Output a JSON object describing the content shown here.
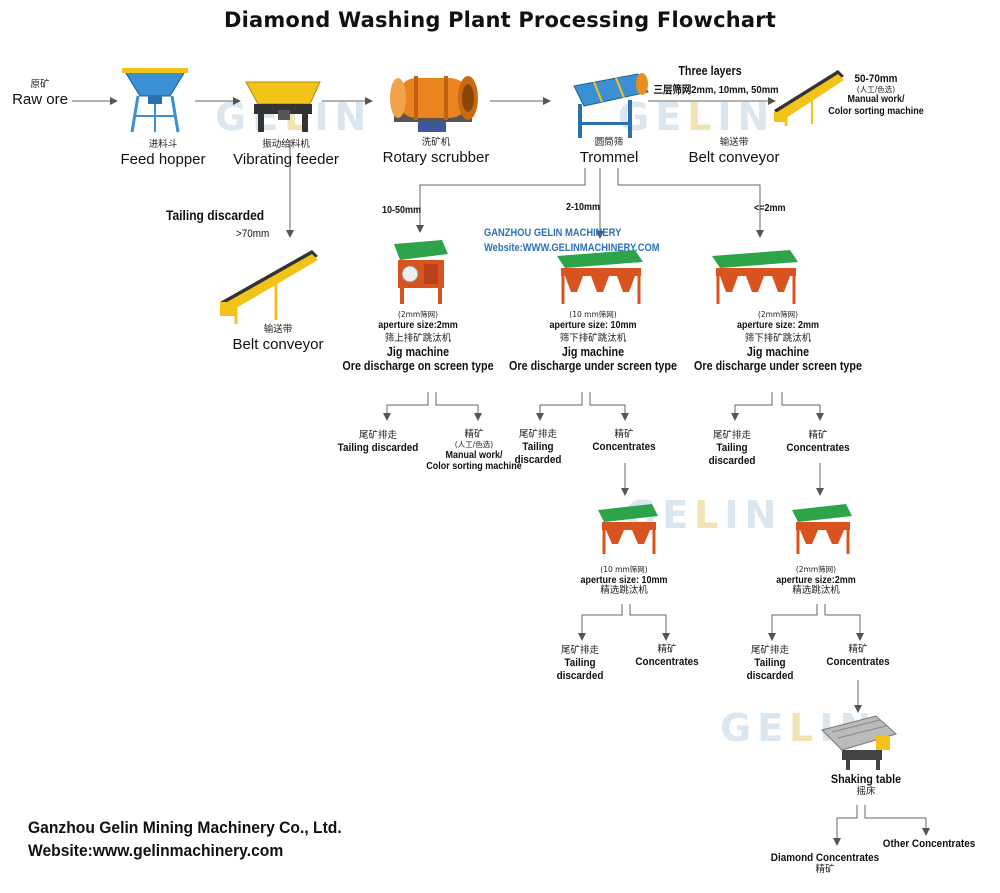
{
  "title": "Diamond Washing Plant Processing Flowchart",
  "watermark": {
    "brand": "GELIN",
    "company": "GANZHOU GELIN MACHINERY",
    "website": "Website:WWW.GELINMACHINERY.COM"
  },
  "colors": {
    "arrow": "#555555",
    "machine_yellow": "#f2c318",
    "machine_blue": "#3b8fd3",
    "machine_green": "#2da34a",
    "machine_red": "#d9531e",
    "watermark_blue": "#dbe7f0",
    "watermark_gold": "#f1e3b3"
  },
  "row1": {
    "raw_ore": {
      "cn": "原矿",
      "en": "Raw ore"
    },
    "feed_hopper": {
      "cn": "进料斗",
      "en": "Feed hopper"
    },
    "vibrating_feeder": {
      "cn": "振动给料机",
      "en": "Vibrating feeder"
    },
    "rotary_scrubber": {
      "cn": "洗矿机",
      "en": "Rotary scrubber"
    },
    "trommel": {
      "cn": "圆筒筛",
      "en": "Trommel"
    },
    "trommel_layers": {
      "en": "Three layers",
      "cn": "三层筛网2mm, 10mm, 50mm"
    },
    "belt_conveyor": {
      "cn": "输送带",
      "en": "Belt conveyor"
    },
    "manual": {
      "size": "50-70mm",
      "cn": "(人工/色选)",
      "en1": "Manual work/",
      "en2": "Color sorting machine"
    }
  },
  "tailing": {
    "label": "Tailing discarded",
    "size": ">70mm",
    "cn": "输送带",
    "en": "Belt conveyor"
  },
  "sizes": {
    "a": "10-50mm",
    "b": "2-10mm",
    "c": "<=2mm"
  },
  "jig1": {
    "mesh": "(2mm筛网)",
    "aperture": "aperture size:2mm",
    "cn": "筛上排矿跳汰机",
    "en1": "Jig machine",
    "en2": "Ore discharge on screen type",
    "left_cn": "尾矿排走",
    "left_en": "Tailing discarded",
    "right_cn": "精矿",
    "right_cn2": "(人工/色选)",
    "right_en1": "Manual work/",
    "right_en2": "Color sorting machine"
  },
  "jig2": {
    "mesh": "(10 mm筛网)",
    "aperture": "aperture size: 10mm",
    "cn": "筛下排矿跳汰机",
    "en1": "Jig machine",
    "en2": "Ore discharge under screen type",
    "left_cn": "尾矿排走",
    "left_en1": "Tailing",
    "left_en2": "discarded",
    "right_cn": "精矿",
    "right_en": "Concentrates"
  },
  "jig3": {
    "mesh": "(2mm筛网)",
    "aperture": "aperture size: 2mm",
    "cn": "筛下排矿跳汰机",
    "en1": "Jig machine",
    "en2": "Ore discharge under screen type",
    "left_cn": "尾矿排走",
    "left_en1": "Tailing",
    "left_en2": "discarded",
    "right_cn": "精矿",
    "right_en": "Concentrates"
  },
  "jig4": {
    "mesh": "(10 mm筛网)",
    "aperture": "aperture size: 10mm",
    "cn": "精选跳汰机",
    "left_cn": "尾矿排走",
    "left_en1": "Tailing",
    "left_en2": "discarded",
    "right_cn": "精矿",
    "right_en": "Concentrates"
  },
  "jig5": {
    "mesh": "(2mm筛网)",
    "aperture": "aperture size:2mm",
    "cn": "精选跳汰机",
    "left_cn": "尾矿排走",
    "left_en1": "Tailing",
    "left_en2": "discarded",
    "right_cn": "精矿",
    "right_en": "Concentrates"
  },
  "shaking_table": {
    "en": "Shaking table",
    "cn": "摇床",
    "left_en": "Diamond Concentrates",
    "left_cn": "精矿",
    "right_en": "Other Concentrates"
  },
  "footer": {
    "company": "Ganzhou Gelin Mining Machinery Co., Ltd.",
    "website": "Website:www.gelinmachinery.com"
  }
}
